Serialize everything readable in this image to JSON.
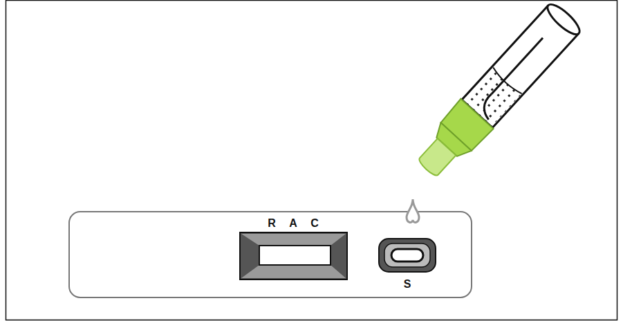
{
  "diagram": {
    "labels": [
      "R",
      "A",
      "C",
      "S"
    ]
  }
}
